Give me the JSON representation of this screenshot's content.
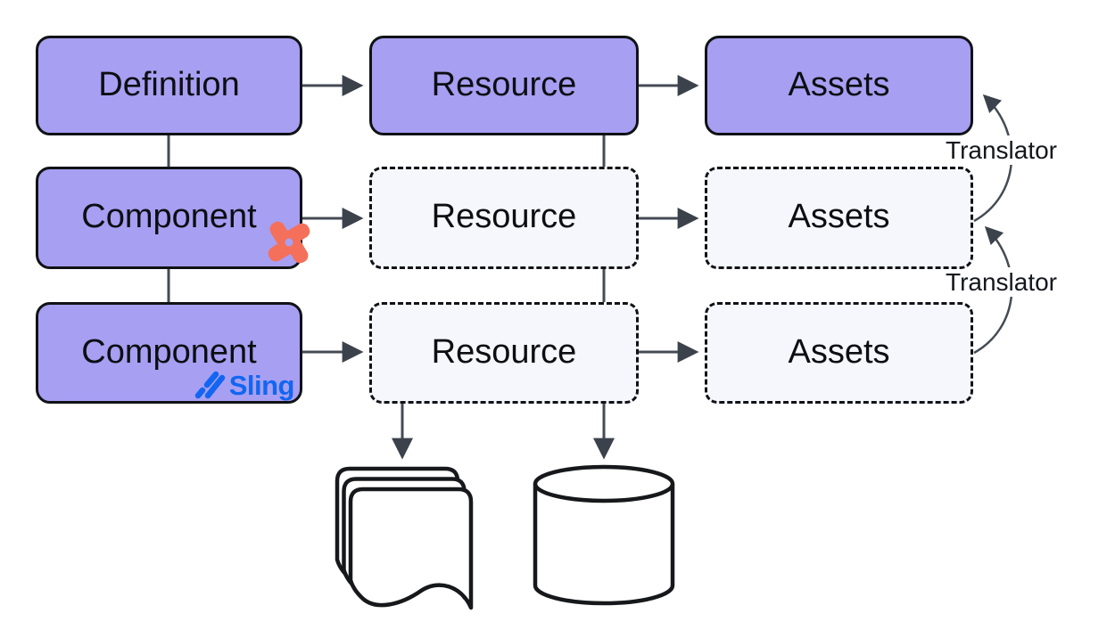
{
  "nodes": {
    "row1": {
      "definition": "Definition",
      "resource": "Resource",
      "assets": "Assets"
    },
    "row2": {
      "component": "Component",
      "resource": "Resource",
      "assets": "Assets"
    },
    "row3": {
      "component": "Component",
      "resource": "Resource",
      "assets": "Assets"
    }
  },
  "labels": {
    "translator_top": "Translator",
    "translator_bottom": "Translator"
  },
  "logos": {
    "sling_text": "Sling"
  },
  "icons": {
    "component_row2_badge": "shuriken-icon",
    "component_row3_badge": "sling-logo",
    "resource_output_left": "document-stack-icon",
    "resource_output_right": "database-cylinder-icon"
  },
  "colors": {
    "node_fill": "#a79ff2",
    "virtual_node_fill": "#f6f6fd",
    "node_border": "#101216",
    "connector": "#454b54",
    "arrowhead": "#3b424b",
    "sling_blue": "#1266f1",
    "badge_orange": "#f4705a",
    "text": "#0c0e12",
    "background": "#ffffff"
  }
}
